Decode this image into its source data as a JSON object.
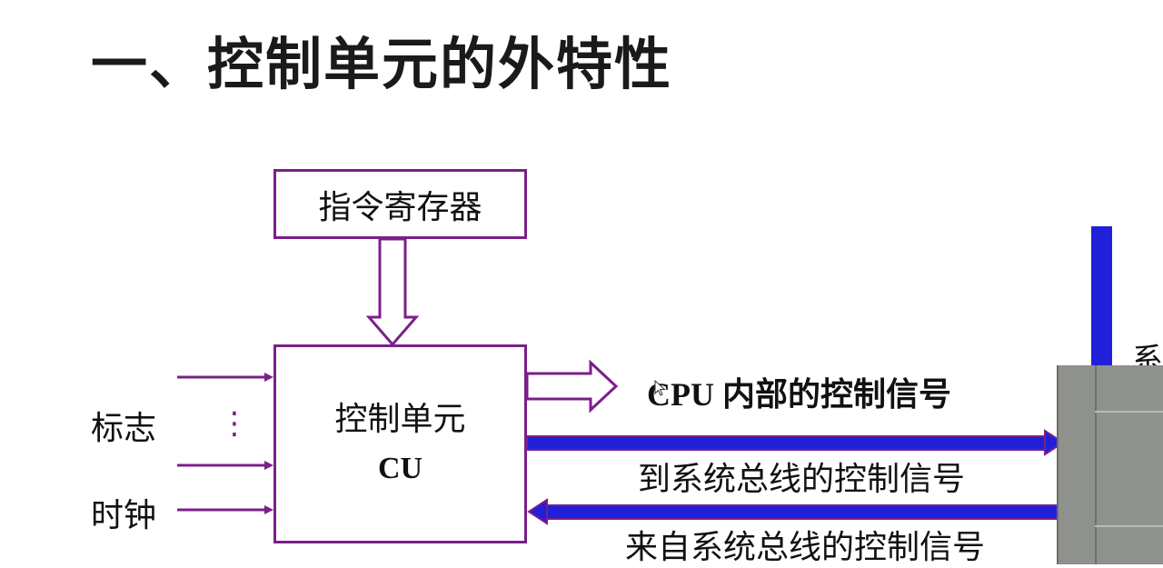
{
  "slide": {
    "title": "一、控制单元的外特性"
  },
  "diagram": {
    "ir_label": "指令寄存器",
    "cu_label": "控制单元",
    "cu_sub": "CU",
    "flags_label": "标志",
    "ellipsis": "⋮",
    "clock_label": "时钟",
    "cpu_internal_signal": "CPU 内部的控制信号",
    "to_bus_signal": "到系统总线的控制信号",
    "from_bus_signal": "来自系统总线的控制信号",
    "edge_char": "系"
  },
  "colors": {
    "box_border": "#7b1f8a",
    "bus_arrow": "#2020d8",
    "panel": "#8f918d"
  }
}
